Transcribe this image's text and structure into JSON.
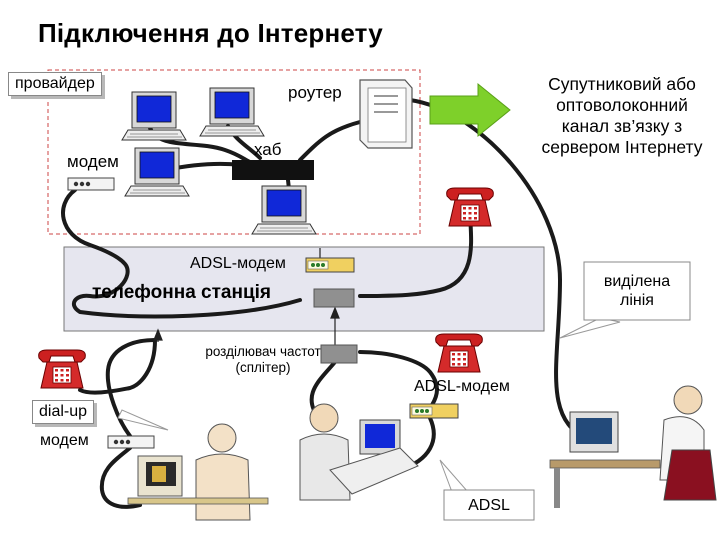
{
  "title": "Підключення до Інтернету",
  "labels": {
    "provider": "провайдер",
    "router": "роутер",
    "modem": "модем",
    "hub": "хаб",
    "adsl_modem_top": "ADSL-модем",
    "phone_station": "телефонна станція",
    "splitter": "розділювач частот (сплітер)",
    "dialup": "dial-up",
    "dialup_modem": "модем",
    "adsl_modem_bottom": "ADSL-модем",
    "adsl": "ADSL",
    "dedicated_line": "виділена лінія",
    "satellite": "Супутниковий або оптоволоконний канал зв’язку з сервером Інтернету"
  },
  "colors": {
    "phone": "#cc2020",
    "arrow": "#7ed02a",
    "station_fill": "#e6e6ef",
    "provider_border": "#cc4444",
    "cable": "#1a1a1a"
  }
}
